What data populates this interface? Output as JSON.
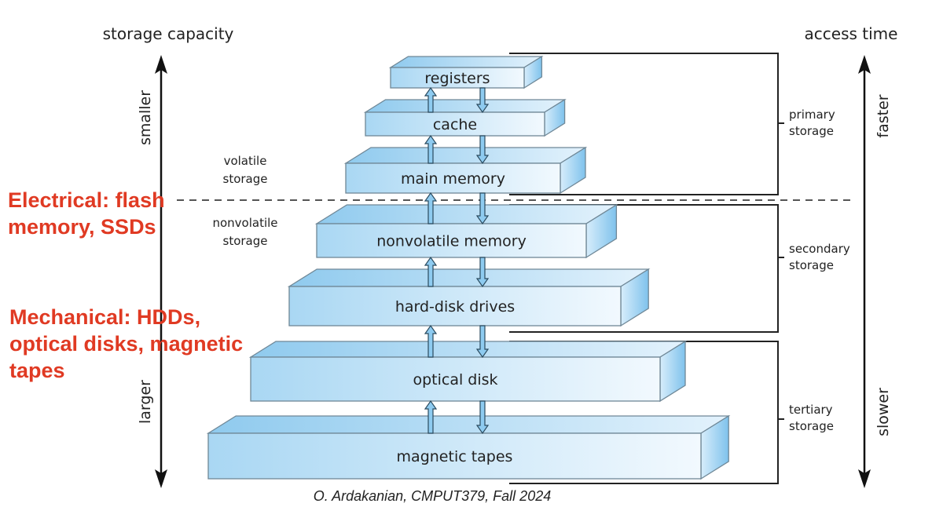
{
  "left_axis": {
    "title": "storage capacity",
    "top_label": "smaller",
    "bottom_label": "larger"
  },
  "right_axis": {
    "title": "access time",
    "top_label": "faster",
    "bottom_label": "slower"
  },
  "volatile_label": [
    "volatile",
    "storage"
  ],
  "nonvolatile_label": [
    "nonvolatile",
    "storage"
  ],
  "levels": [
    {
      "name": "registers"
    },
    {
      "name": "cache"
    },
    {
      "name": "main memory"
    },
    {
      "name": "nonvolatile memory"
    },
    {
      "name": "hard-disk drives"
    },
    {
      "name": "optical disk"
    },
    {
      "name": "magnetic tapes"
    }
  ],
  "groups": [
    {
      "label": [
        "primary",
        "storage"
      ]
    },
    {
      "label": [
        "secondary",
        "storage"
      ]
    },
    {
      "label": [
        "tertiary",
        "storage"
      ]
    }
  ],
  "annotations": {
    "electrical": [
      "Electrical: flash",
      "memory, SSDs"
    ],
    "mechanical": [
      "Mechanical: HDDs,",
      "optical disks, magnetic",
      "tapes"
    ]
  },
  "credit": "O. Ardakanian, CMPUT379, Fall 2024",
  "colors": {
    "annotation_red": "#e03a23",
    "box_dark": "#9fd0f0",
    "box_light": "#eef7fd"
  }
}
